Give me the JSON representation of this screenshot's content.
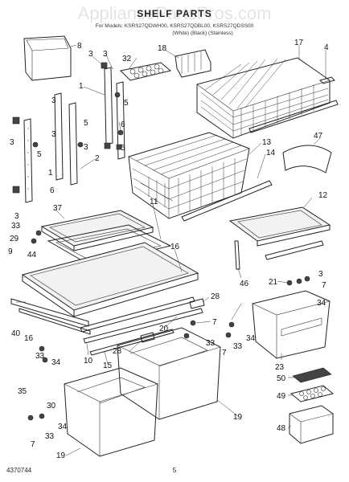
{
  "watermark": "AppliancePartsPros.com",
  "title": "SHELF PARTS",
  "header_line1": "For Models: KSRS27QDWH00, KSRS27QDBL00, KSRS27QDSS00",
  "header_line2": "(White)          (Black)          (Stainless)",
  "footer_left": "4370744",
  "footer_center": "5",
  "callouts": {
    "c8": "8",
    "c3a": "3",
    "c3b": "3",
    "c32": "32",
    "c18": "18",
    "c17": "17",
    "c4": "4",
    "c1a": "1",
    "c5a": "5",
    "c6a": "6",
    "c5b": "5",
    "c3c": "3",
    "c5c": "5",
    "c3d": "3",
    "c3e": "3",
    "c2": "2",
    "c5d": "5",
    "c1b": "1",
    "c47": "47",
    "c13": "13",
    "c14": "14",
    "c6b": "6",
    "c3f": "3",
    "c37": "37",
    "c11": "11",
    "c12": "12",
    "c33a": "33",
    "c29": "29",
    "c44": "44",
    "c9": "9",
    "c16a": "16",
    "c46": "46",
    "c21": "21",
    "c3g": "3",
    "c7a": "7",
    "c28a": "28",
    "c34a": "34",
    "c40": "40",
    "c16b": "16",
    "c20": "20",
    "c7b": "7",
    "c33b": "33",
    "c34b": "34",
    "c10": "10",
    "c15": "15",
    "c28b": "28",
    "c33c": "33",
    "c7c": "7",
    "c34c": "34",
    "c33d": "33",
    "c23": "23",
    "c35": "35",
    "c50": "50",
    "c49": "49",
    "c48": "48",
    "c30": "30",
    "c34d": "34",
    "c33e": "33",
    "c7d": "7",
    "c19a": "19",
    "c19b": "19"
  }
}
